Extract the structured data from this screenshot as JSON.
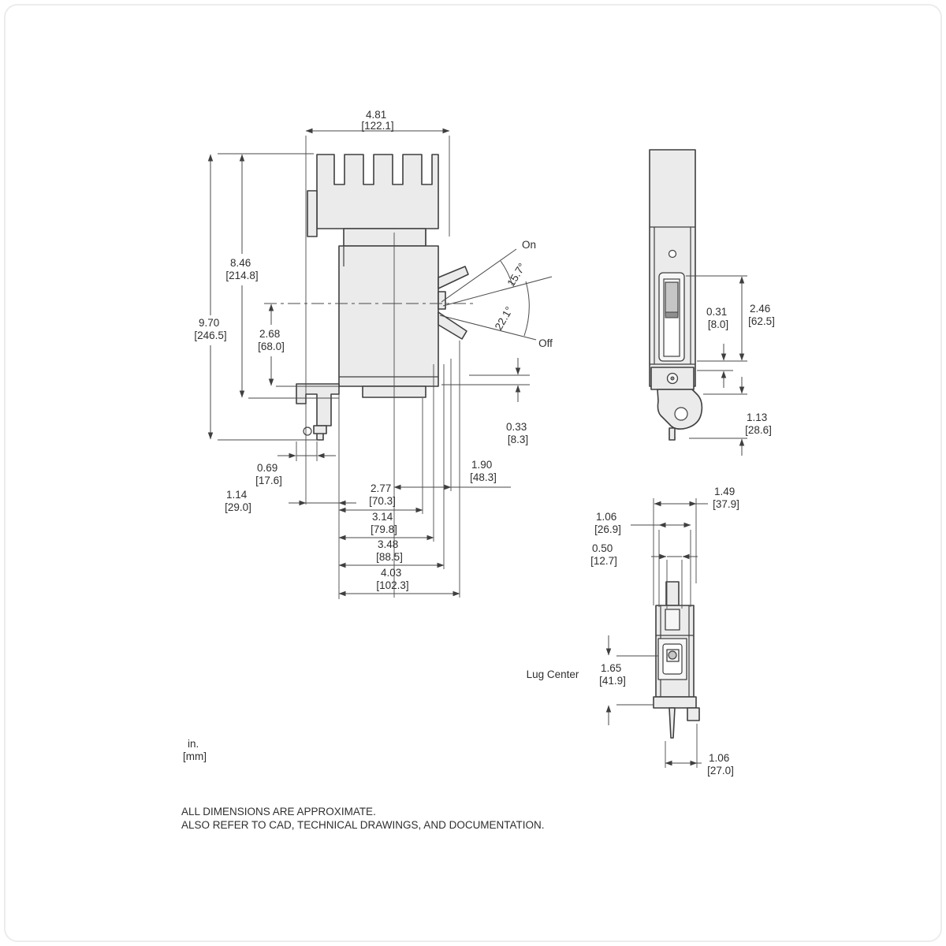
{
  "labels": {
    "on": "On",
    "off": "Off",
    "lug_center": "Lug Center",
    "angle_on": "15.7°",
    "angle_off": "22.1°"
  },
  "units_note": {
    "line1": "in.",
    "line2": "[mm]"
  },
  "disclaimer": {
    "line1": "ALL DIMENSIONS ARE APPROXIMATE.",
    "line2": "ALSO REFER TO CAD, TECHNICAL DRAWINGS, AND DOCUMENTATION."
  },
  "side_view": {
    "overall_depth": {
      "in": "4.81",
      "mm": "[122.1]"
    },
    "overall_height": {
      "in": "9.70",
      "mm": "[246.5]"
    },
    "body_height": {
      "in": "8.46",
      "mm": "[214.8]"
    },
    "center_to_base": {
      "in": "2.68",
      "mm": "[68.0]"
    },
    "bracket_offset": {
      "in": "0.69",
      "mm": "[17.6]"
    },
    "bracket_depth": {
      "in": "1.14",
      "mm": "[29.0]"
    },
    "depth_a": {
      "in": "2.77",
      "mm": "[70.3]"
    },
    "depth_b": {
      "in": "3.14",
      "mm": "[79.8]"
    },
    "depth_c": {
      "in": "3.48",
      "mm": "[88.5]"
    },
    "depth_d": {
      "in": "4.03",
      "mm": "[102.3]"
    },
    "handle_reach": {
      "in": "1.90",
      "mm": "[48.3]"
    },
    "handle_drop": {
      "in": "0.33",
      "mm": "[8.3]"
    }
  },
  "front_view": {
    "handle_window_height": {
      "in": "2.46",
      "mm": "[62.5]"
    },
    "handle_width": {
      "in": "0.31",
      "mm": "[8.0]"
    },
    "bracket_height": {
      "in": "1.13",
      "mm": "[28.6]"
    }
  },
  "bottom_view": {
    "overall_width": {
      "in": "1.49",
      "mm": "[37.9]"
    },
    "body_width": {
      "in": "1.06",
      "mm": "[26.9]"
    },
    "slot_width": {
      "in": "0.50",
      "mm": "[12.7]"
    },
    "lug_center_offset": {
      "in": "1.65",
      "mm": "[41.9]"
    },
    "overall_depth": {
      "in": "1.06",
      "mm": "[27.0]"
    }
  }
}
